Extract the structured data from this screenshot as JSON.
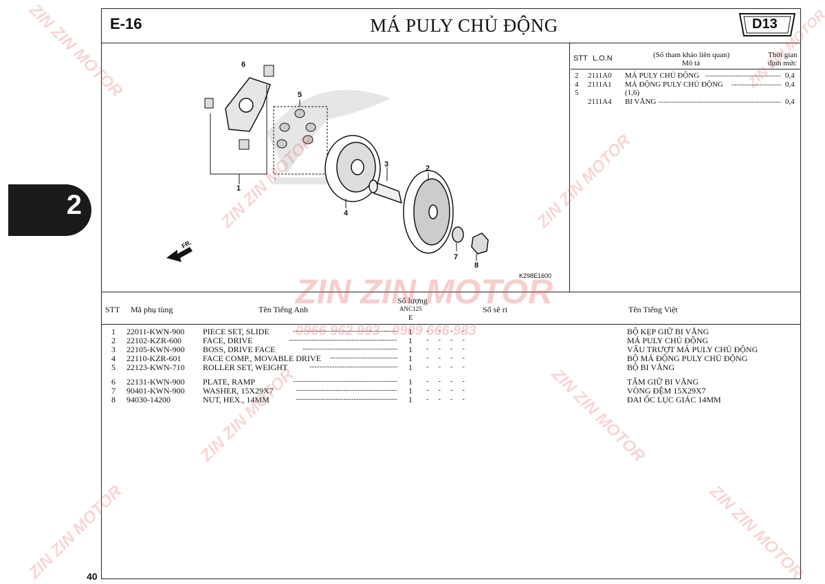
{
  "page": {
    "section_code": "E-16",
    "title": "MÁ PULY CHỦ ĐỘNG",
    "model_badge": "D13",
    "chapter_tab": "2",
    "page_number": "40"
  },
  "reference": {
    "headers": {
      "stt": "STT",
      "lon": "L.O.N",
      "ref_note": "(Số tham khảo liên quan)",
      "desc": "Mô tả",
      "time_line1": "Thời gian",
      "time_line2": "định mức"
    },
    "rows": [
      {
        "stt": "2",
        "lon": "2111A0",
        "desc": "MÁ PULY CHỦ ĐỘNG",
        "time": "0,4"
      },
      {
        "stt": "4",
        "lon": "2111A1",
        "desc": "MÁ ĐỘNG PULY CHỦ ĐỘNG",
        "time": "0,4"
      },
      {
        "stt": "5",
        "lon": "",
        "desc": "(1,6)",
        "time": ""
      },
      {
        "stt": "",
        "lon": "2111A4",
        "desc": "BI VĂNG",
        "time": "0,4"
      }
    ]
  },
  "diagram": {
    "code": "K298E1600",
    "fr_label": "FR.",
    "callouts": [
      "1",
      "2",
      "3",
      "4",
      "5",
      "6",
      "7",
      "8"
    ]
  },
  "parts_table": {
    "headers": {
      "stt": "STT",
      "part_no": "Mã phụ tùng",
      "name_en": "Tên Tiếng Anh",
      "qty": "Số lượng",
      "qty_model": "ANC125",
      "qty_type": "E",
      "serial": "Số sê ri",
      "name_vi": "Tên Tiếng Việt"
    },
    "rows": [
      {
        "stt": "1",
        "part_no": "22011-KWN-900",
        "name_en": "PIECE SET, SLIDE",
        "qty": "1",
        "name_vi": "BỘ KẸP GIỮ BI VĂNG"
      },
      {
        "stt": "2",
        "part_no": "22102-KZR-600",
        "name_en": "FACE, DRIVE",
        "qty": "1",
        "name_vi": "MÁ PULY CHỦ ĐỘNG"
      },
      {
        "stt": "3",
        "part_no": "22105-KWN-900",
        "name_en": "BOSS, DRIVE FACE",
        "qty": "1",
        "name_vi": "VẤU TRƯỢT MÁ PULY CHỦ ĐỘNG"
      },
      {
        "stt": "4",
        "part_no": "22110-KZR-601",
        "name_en": "FACE COMP., MOVABLE DRIVE",
        "qty": "1",
        "name_vi": "BỘ MÁ ĐỘNG PULY CHỦ ĐỘNG"
      },
      {
        "stt": "5",
        "part_no": "22123-KWN-710",
        "name_en": "ROLLER SET, WEIGHT",
        "qty": "1",
        "name_vi": "BỘ BI VĂNG"
      },
      {
        "stt": "6",
        "part_no": "22131-KWN-900",
        "name_en": "PLATE, RAMP",
        "qty": "1",
        "name_vi": "TẤM GIỮ BI VĂNG"
      },
      {
        "stt": "7",
        "part_no": "90401-KWN-900",
        "name_en": "WASHER, 15X29X7",
        "qty": "1",
        "name_vi": "VÒNG ĐỆM 15X29X7"
      },
      {
        "stt": "8",
        "part_no": "94030-14200",
        "name_en": "NUT, HEX., 14MM",
        "qty": "1",
        "name_vi": "ĐAI ỐC LỤC GIÁC 14MM"
      }
    ]
  },
  "watermark": {
    "brand": "ZIN ZIN MOTOR",
    "phone": "0966 962 993 - 0909 666 983",
    "color": "#e06060"
  }
}
